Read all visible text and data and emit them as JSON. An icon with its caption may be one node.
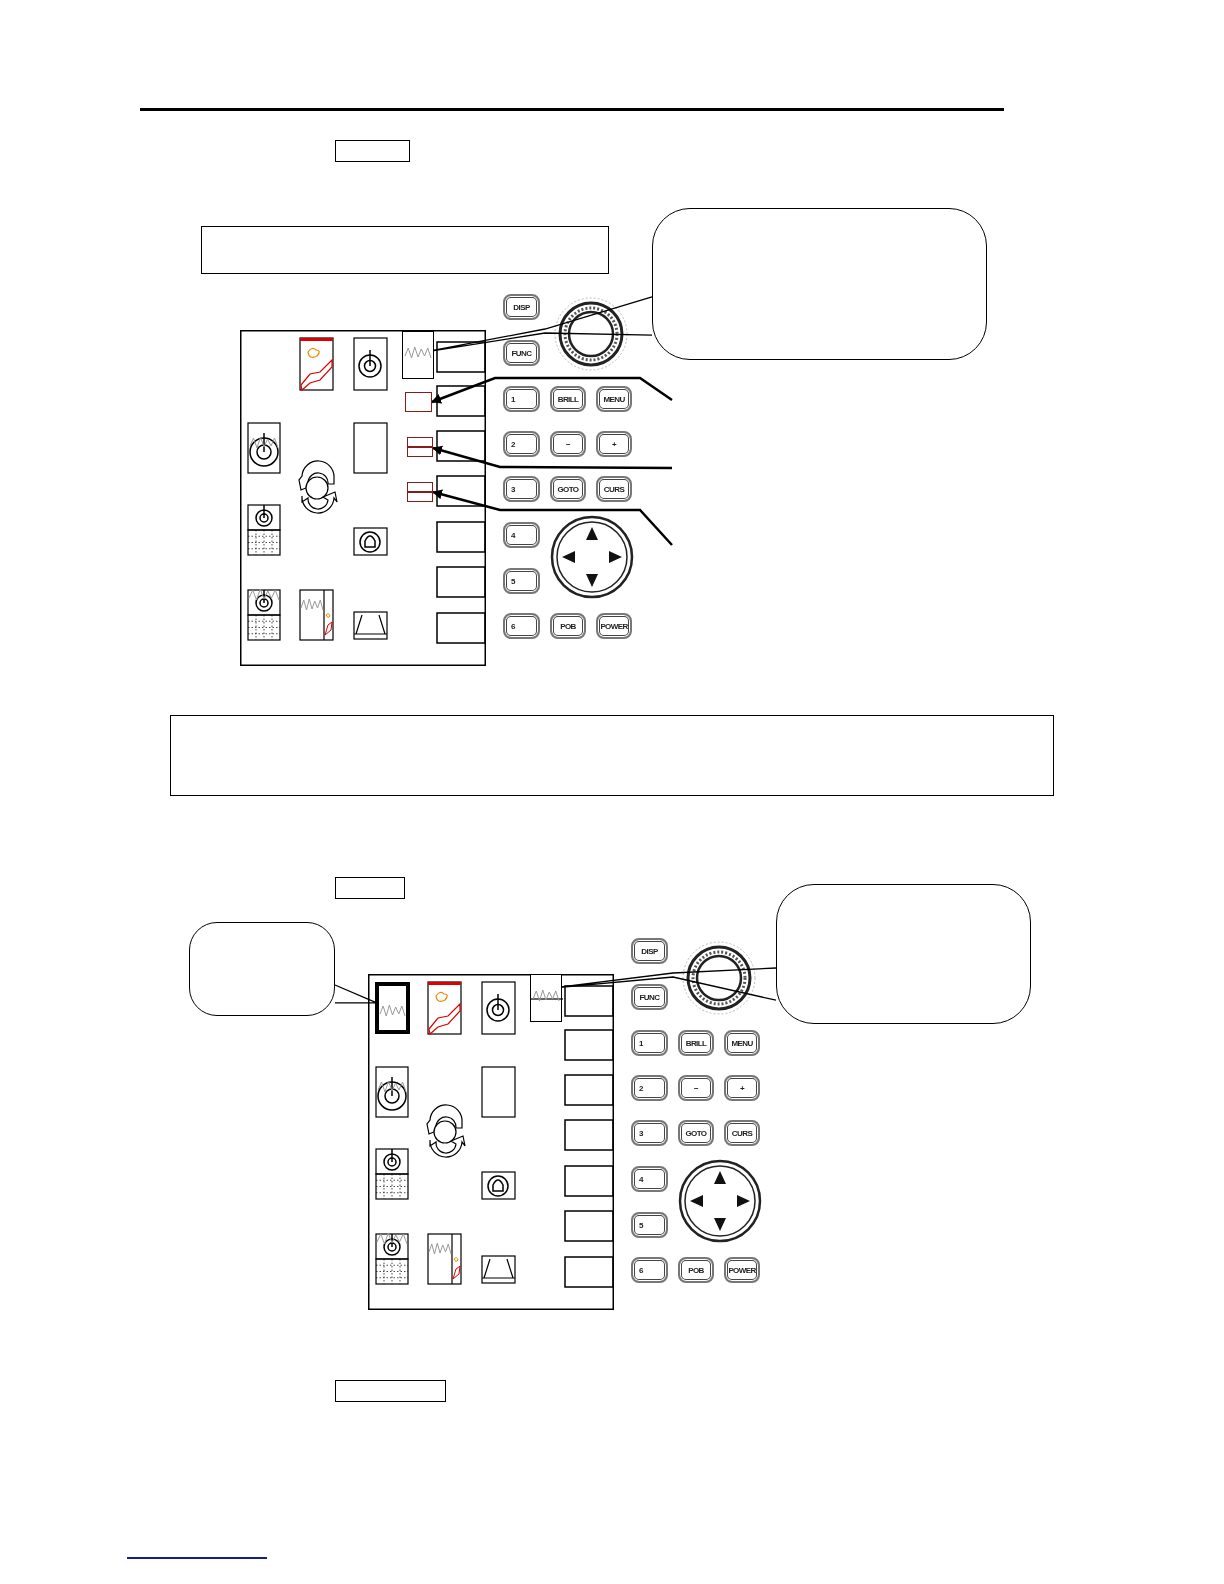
{
  "diagram": {
    "nodes": [
      {
        "text": [],
        "shape": "box"
      },
      {
        "text": [],
        "shape": "box"
      },
      {
        "text": [],
        "shape": "box"
      },
      {
        "text": [],
        "shape": "box"
      },
      {
        "text": [],
        "shape": "box"
      },
      {
        "text": [
          "DISP"
        ]
      },
      {
        "text": [
          "FUNC"
        ]
      },
      {
        "text": [
          "1"
        ]
      },
      {
        "text": [
          "BRILL"
        ]
      },
      {
        "text": [
          "MENU"
        ]
      },
      {
        "text": [
          "2"
        ]
      },
      {
        "text": [
          "−"
        ]
      },
      {
        "text": [
          "+"
        ]
      },
      {
        "text": [
          "3"
        ]
      },
      {
        "text": [
          "GOTO"
        ]
      },
      {
        "text": [
          "CURS"
        ]
      },
      {
        "text": [
          "4"
        ]
      },
      {
        "text": [
          "5"
        ]
      },
      {
        "text": [
          "6"
        ]
      },
      {
        "text": [
          "POB"
        ]
      },
      {
        "text": [
          "POWER"
        ]
      },
      {
        "text": [],
        "shape": "box"
      },
      {
        "text": [],
        "shape": "box"
      },
      {
        "text": [],
        "shape": "box"
      },
      {
        "text": [],
        "shape": "box"
      },
      {
        "text": [
          "DISP"
        ]
      },
      {
        "text": [
          "FUNC"
        ]
      },
      {
        "text": [
          "1"
        ]
      },
      {
        "text": [
          "BRILL"
        ]
      },
      {
        "text": [
          "MENU"
        ]
      },
      {
        "text": [
          "2"
        ]
      },
      {
        "text": [
          "−"
        ]
      },
      {
        "text": [
          "+"
        ]
      },
      {
        "text": [
          "3"
        ]
      },
      {
        "text": [
          "GOTO"
        ]
      },
      {
        "text": [
          "CURS"
        ]
      },
      {
        "text": [
          "4"
        ]
      },
      {
        "text": [
          "5"
        ]
      },
      {
        "text": [
          "6"
        ]
      },
      {
        "text": [
          "POB"
        ]
      },
      {
        "text": [
          "POWER"
        ]
      }
    ],
    "edges": [
      {
        "from": 0,
        "to": 1,
        "arrow": "none"
      },
      {
        "from": null,
        "to": 2,
        "arrow": "to"
      },
      {
        "from": null,
        "to": 3,
        "arrow": "to"
      },
      {
        "from": null,
        "to": 4,
        "arrow": "to"
      },
      {
        "from": 21,
        "to": 22,
        "arrow": "none"
      },
      {
        "from": 23,
        "to": 24,
        "arrow": "none"
      }
    ]
  }
}
